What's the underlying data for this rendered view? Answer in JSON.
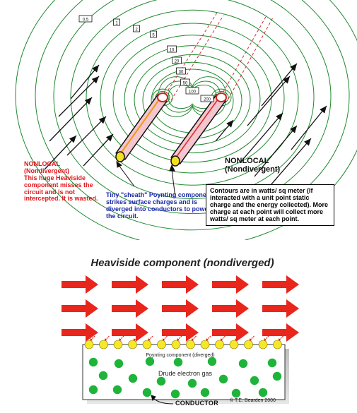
{
  "top": {
    "contour_values": [
      "0.5",
      "1",
      "2",
      "5",
      "10",
      "20",
      "30",
      "50",
      "100",
      "200"
    ],
    "nonlocal_left": {
      "title": "NONLOCAL",
      "subtitle": "(Nondivergent)",
      "body": "This huge Heaviside component misses the circuit and is not intercepted.  It is wasted."
    },
    "nonlocal_right": {
      "title": "NONLOCAL",
      "subtitle": "(Nondivergent)"
    },
    "sheath_note": "Tiny \"sheath\" Poynting component strikes surface charges and is diverged into conductors to power the circuit.",
    "contour_note": "Contours are in watts/ sq meter (If interacted with a unit point static charge and the energy collected). More charge at each point will collect more watts/ sq meter at each point.",
    "colors": {
      "contour": "#1f8a2e",
      "left_text": "#e0141b",
      "sheath_text": "#1b2aa8",
      "conductor_pink": "#f4c6cf",
      "charge_yellow": "#f3e01e"
    }
  },
  "bottom": {
    "title": "Heaviside component (nondiverged)",
    "poynting_label": "Poynting component (diverged)",
    "electron_gas_label": "Drude electron gas",
    "conductor_label": "CONDUCTOR",
    "copyright": "© T.E. Bearden 2000",
    "arrow_rows": 3,
    "arrows_per_row": 5,
    "colors": {
      "arrow": "#e8261c",
      "charge": "#f5e829",
      "electron": "#1eb43a"
    }
  }
}
